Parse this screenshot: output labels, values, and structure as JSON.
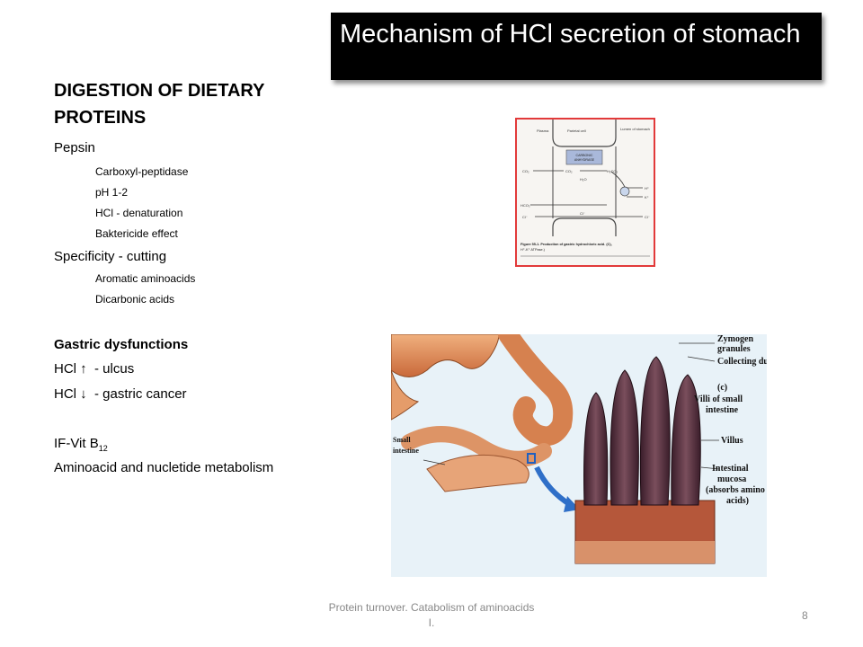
{
  "title": "Mechanism of HCl secretion of  stomach",
  "heading": {
    "line1": "DIGESTION OF DIETARY",
    "line2": "PROTEINS"
  },
  "body": {
    "pepsin": "Pepsin",
    "pepsin_items": [
      "Carboxyl-peptidase",
      "pH 1-2",
      "HCl - denaturation",
      "Baktericide effect"
    ],
    "specificity": "Specificity - cutting",
    "specificity_items": [
      "Aromatic aminoacids",
      "Dicarbonic acids"
    ],
    "gastric_heading": "Gastric dysfunctions",
    "hcl_up": {
      "prefix": "HCl",
      "arrow": "↑",
      "text": "-  ulcus"
    },
    "hcl_down": {
      "prefix": "HCl",
      "arrow": "↓",
      "text": "-  gastric cancer"
    },
    "ifvit": {
      "text": "IF-Vit B",
      "sub": "12"
    },
    "metabolism": "Aminoacid and nucletide metabolism"
  },
  "figure_small": {
    "labels": {
      "plasma": "Plasma",
      "parietal": "Parietal cell",
      "lumen": "Lumen of stomach",
      "enzyme": "CARBONIC ANHYDRASE",
      "co2_left": "CO₂",
      "co2_inner": "CO₂",
      "h2co3": "H₂CO₃",
      "h2o": "H₂O",
      "hco3": "HCO₃⁻",
      "cl_left": "Cl⁻",
      "cl_inner": "Cl⁻",
      "h_plus": "H⁺",
      "k_plus": "K⁺",
      "cl_right": "Cl⁻",
      "caption": "Figure 55-1. Production of gastric hydrochloric acid. (C),",
      "caption2": "H⁺-K⁺ ATPase.)"
    }
  },
  "figure_large": {
    "labels": {
      "zymogen": "Zymogen",
      "granules": "granules",
      "collecting": "Collecting duct",
      "c": "(c)",
      "villi1": "Villi of small",
      "villi2": "intestine",
      "villus": "Villus",
      "intestinal": "Intestinal",
      "mucosa": "mucosa",
      "absorbs": "(absorbs amino",
      "acids": "acids)",
      "small": "Small",
      "intestine": "intestine"
    }
  },
  "footer": {
    "line1": "Protein turnover. Catabolism of aminoacids",
    "line2": "I."
  },
  "page_number": "8",
  "colors": {
    "title_bg": "#000000",
    "figure_border": "#e23a3a",
    "footer_text": "#888888"
  }
}
